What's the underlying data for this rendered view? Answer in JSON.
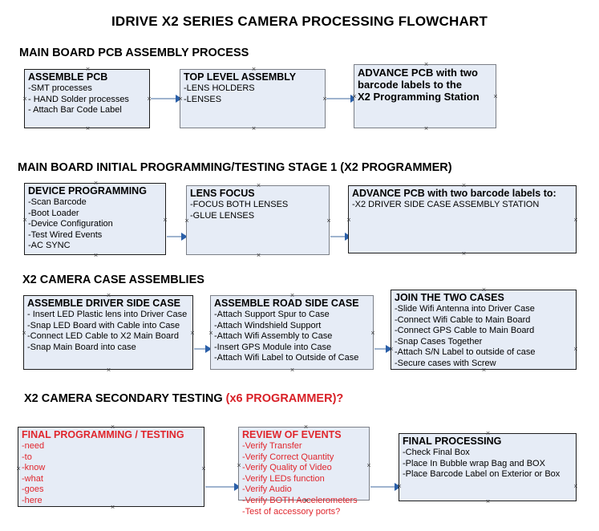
{
  "document": {
    "title": "IDRIVE X2  SERIES CAMERA PROCESSING FLOWCHART"
  },
  "sections": [
    {
      "heading": "MAIN BOARD PCB ASSEMBLY PROCESS",
      "heading_red": ""
    },
    {
      "heading": "MAIN BOARD INITIAL PROGRAMMING/TESTING STAGE 1 (X2 PROGRAMMER)",
      "heading_red": ""
    },
    {
      "heading": "X2 CAMERA CASE ASSEMBLIES",
      "heading_red": ""
    },
    {
      "heading": "X2 CAMERA SECONDARY TESTING ",
      "heading_red": "(x6 PROGRAMMER)?"
    }
  ],
  "boxes": {
    "assemble_pcb": {
      "title": "ASSEMBLE PCB",
      "lines": [
        " -SMT processes",
        "- HAND Solder processes",
        "- Attach Bar Code Label"
      ]
    },
    "top_level_assembly": {
      "title": "TOP LEVEL ASSEMBLY",
      "lines": [
        "-LENS HOLDERS",
        "-LENSES"
      ]
    },
    "advance_pcb_station": {
      "title": "ADVANCE PCB with two",
      "lines": [
        "barcode labels to the",
        " X2 Programming Station"
      ]
    },
    "device_programming": {
      "title": "DEVICE PROGRAMMING",
      "lines": [
        "-Scan Barcode",
        "-Boot Loader",
        "-Device Configuration",
        "-Test Wired Events",
        "-AC SYNC"
      ]
    },
    "lens_focus": {
      "title": "LENS FOCUS",
      "lines": [
        "-FOCUS BOTH LENSES",
        "-GLUE LENSES"
      ]
    },
    "advance_pcb_driver": {
      "title": "ADVANCE PCB with two barcode labels to:",
      "lines": [
        "-X2 DRIVER  SIDE  CASE  ASSEMBLY STATION"
      ]
    },
    "assemble_driver_side_case": {
      "title": "ASSEMBLE DRIVER SIDE CASE",
      "lines": [
        "- Insert LED Plastic lens into Driver Case",
        "-Snap LED Board with Cable into Case",
        "-Connect LED Cable to X2 Main Board",
        "-Snap Main Board into case"
      ]
    },
    "assemble_road_side_case": {
      "title": "ASSEMBLE ROAD SIDE CASE",
      "lines": [
        "-Attach Support Spur to Case",
        "-Attach Windshield Support",
        "-Attach Wifi Assembly to Case",
        "-Insert GPS Module into Case",
        "-Attach Wifi Label to Outside of Case"
      ]
    },
    "join_the_two_cases": {
      "title": "JOIN THE TWO CASES",
      "lines": [
        "-Slide Wifi Antenna into Driver Case",
        "-Connect Wifi Cable to Main Board",
        "-Connect GPS Cable to Main Board",
        "-Snap Cases Together",
        "-Attach S/N Label to outside of case",
        "-Secure cases with Screw"
      ]
    },
    "final_programming_testing": {
      "title": "FINAL PROGRAMMING / TESTING",
      "lines": [
        "-need",
        "-to",
        "-know",
        "-what",
        "-goes",
        "-here"
      ]
    },
    "review_of_events": {
      "title": "REVIEW OF EVENTS",
      "lines": [
        "-Verify Transfer",
        "-Verify Correct Quantity",
        "-Verify Quality of Video",
        "-Verify LEDs function",
        "-Verify Audio",
        "-Verify BOTH Accelerometers",
        "-Test of accessory ports?"
      ]
    },
    "final_processing": {
      "title": "FINAL PROCESSING",
      "lines": [
        " -Check Final Box",
        "-Place In Bubble wrap Bag and BOX",
        "-Place Barcode Label on Exterior or Box"
      ]
    }
  },
  "colors": {
    "box_fill": "#e6ecf6",
    "box_border_black": "#1d1d1d",
    "box_border_gray": "#7b7f87",
    "connector": "#9fb4cf",
    "arrow": "#2a5fa8",
    "red_text": "#e0262d",
    "text": "#000000"
  }
}
